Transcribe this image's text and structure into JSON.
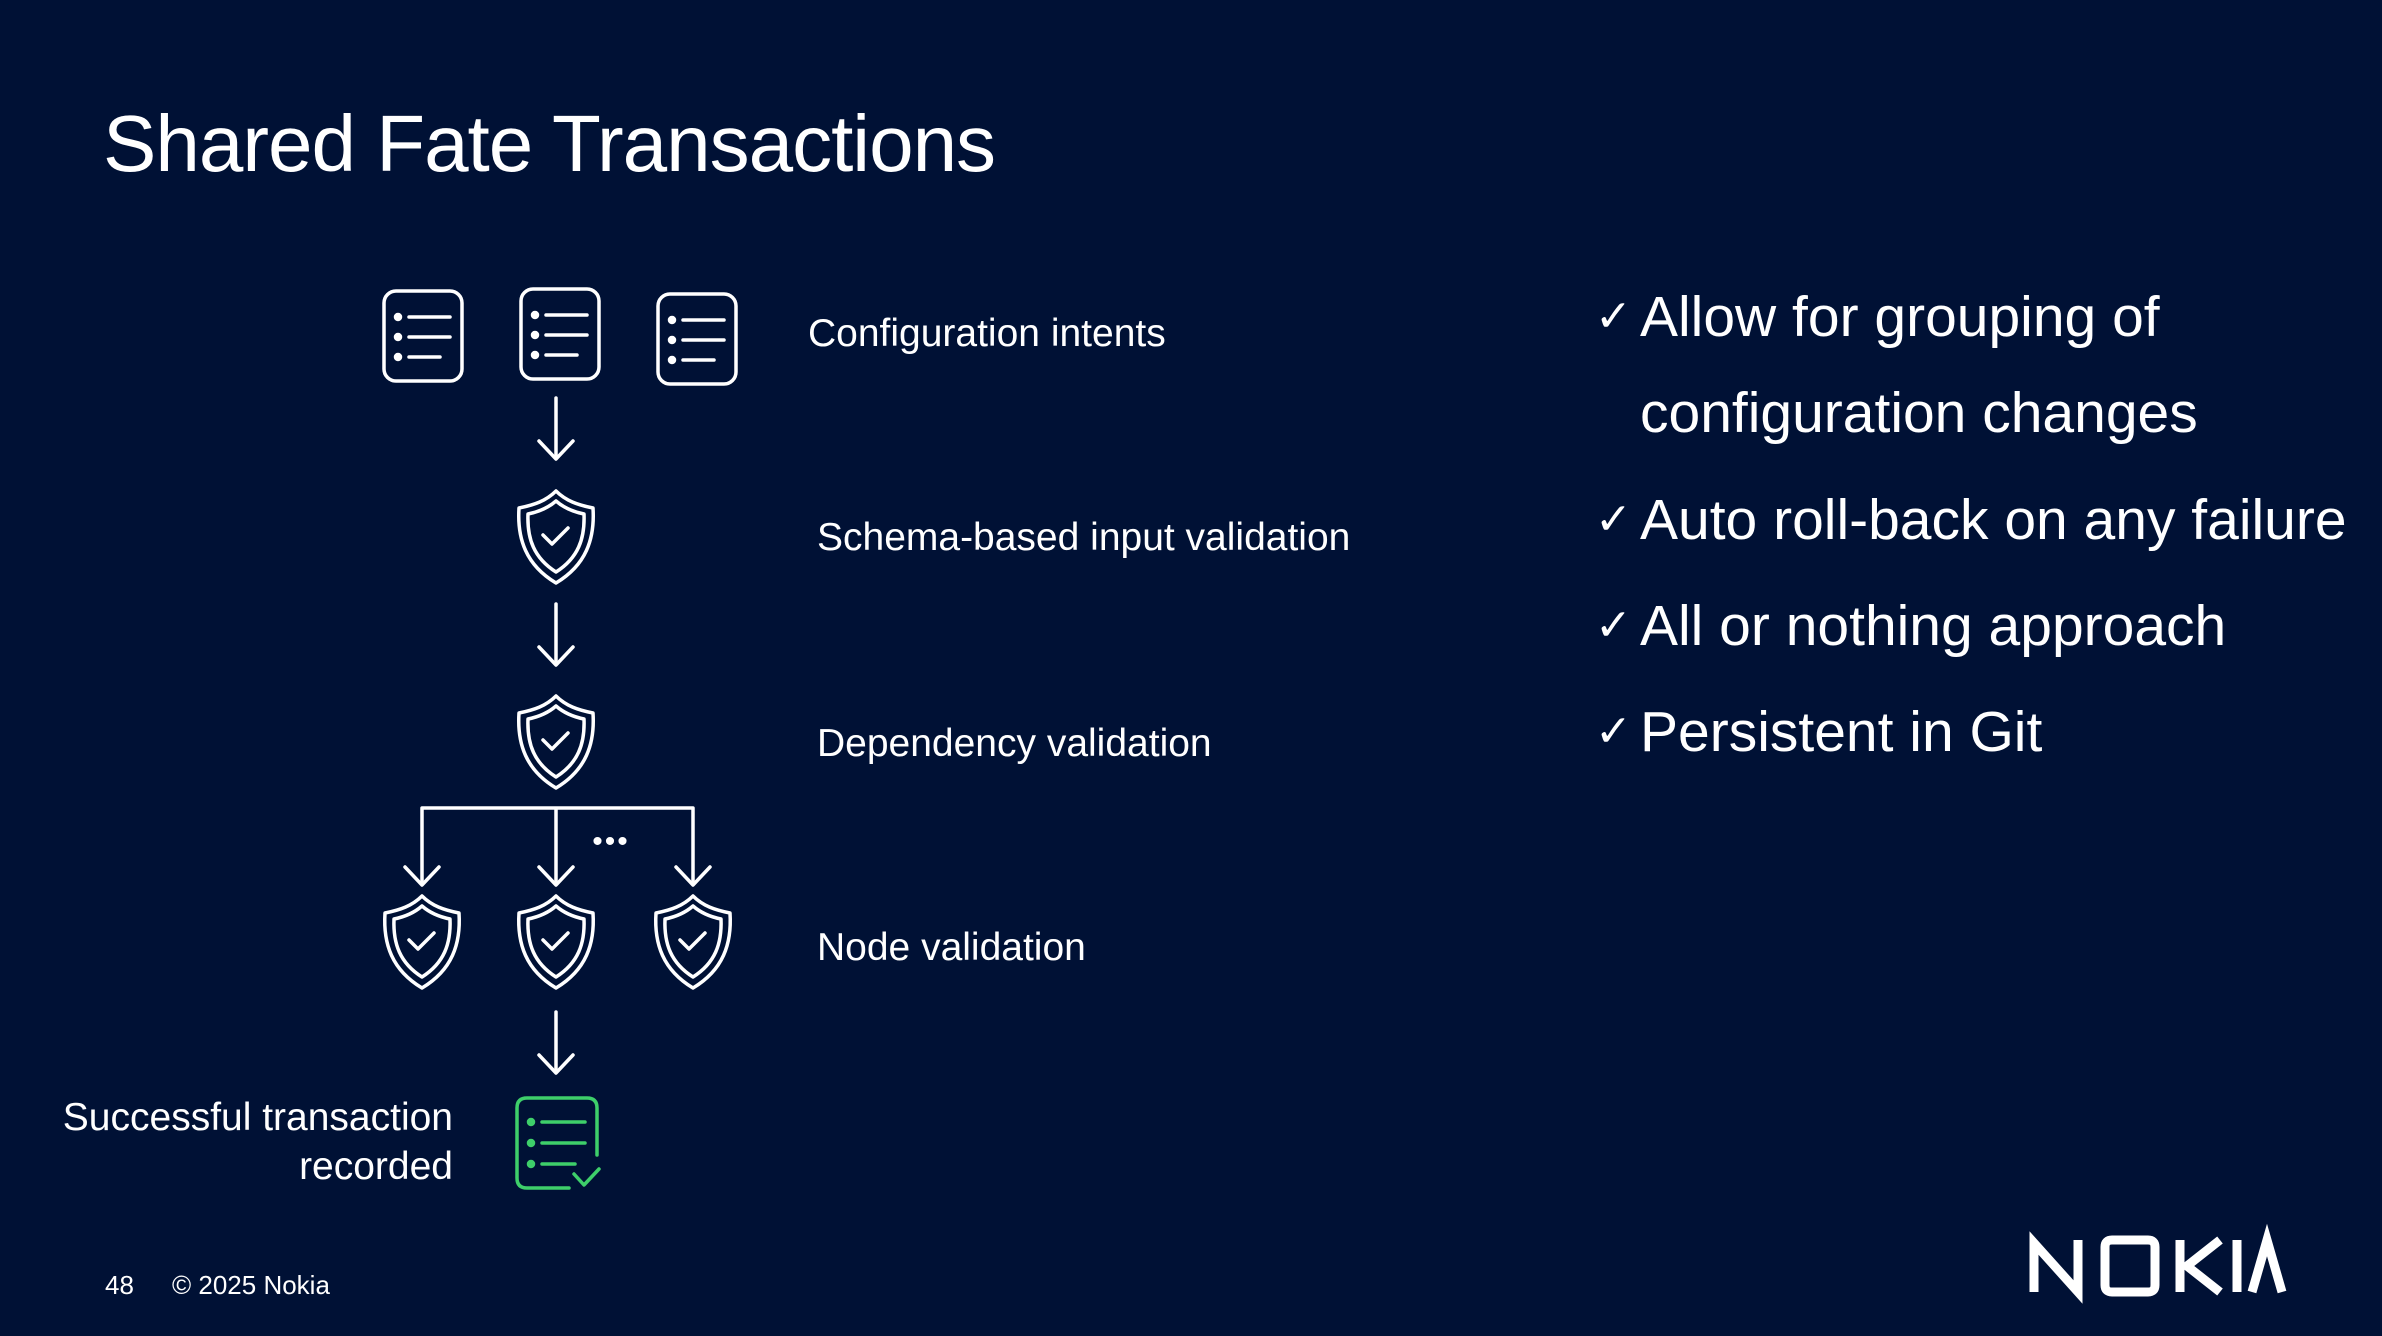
{
  "slide": {
    "title": "Shared Fate Transactions",
    "steps": {
      "intents": "Configuration intents",
      "schema": "Schema-based input validation",
      "dependency": "Dependency validation",
      "node": "Node validation",
      "success_line1": "Successful transaction",
      "success_line2": "recorded"
    },
    "ellipsis": "•••",
    "bullets": [
      {
        "check": "✓",
        "text": "Allow for grouping of",
        "continuation": "configuration changes"
      },
      {
        "check": "✓",
        "text": "Auto roll-back on any failure"
      },
      {
        "check": "✓",
        "text": "All or nothing approach"
      },
      {
        "check": "✓",
        "text": "Persistent in Git"
      }
    ],
    "footer": {
      "page_number": "48",
      "copyright": "© 2025 Nokia"
    },
    "logo": "NOKIA",
    "colors": {
      "background": "#001135",
      "foreground": "#ffffff",
      "success": "#3ecf6a"
    }
  }
}
